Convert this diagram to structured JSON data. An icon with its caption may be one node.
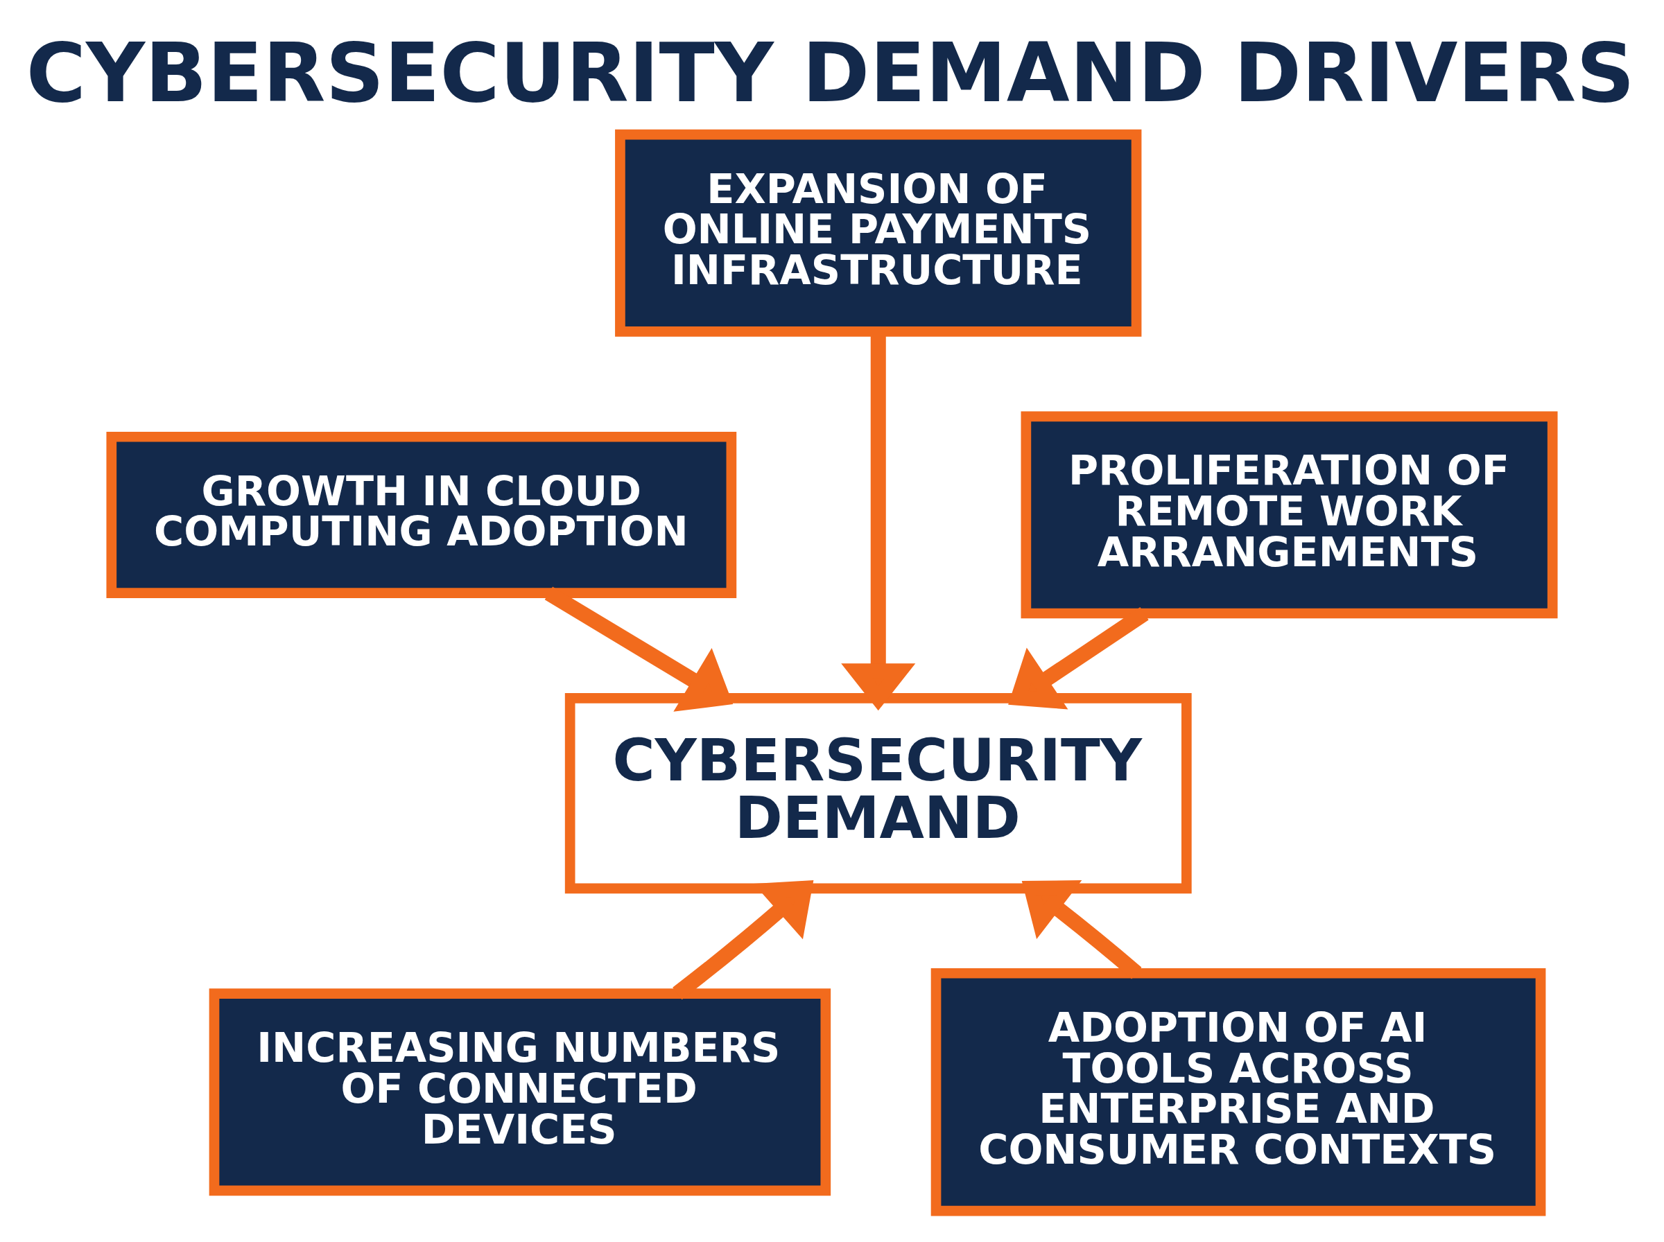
{
  "diagram": {
    "title": "CYBERSECURITY DEMAND DRIVERS",
    "nodes": [
      {
        "text": [
          "EXPANSION OF ONLINE PAYMENTS INFRASTRUCTURE"
        ]
      },
      {
        "text": [
          "GROWTH IN CLOUD COMPUTING ADOPTION"
        ]
      },
      {
        "text": [
          "PROLIFERATION OF REMOTE WORK ARRANGEMENTS"
        ]
      },
      {
        "text": [
          "CYBERSECURITY DEMAND"
        ]
      },
      {
        "text": [
          "INCREASING NUMBERS OF CONNECTED DEVICES"
        ]
      },
      {
        "text": [
          "ADOPTION OF AI TOOLS ACROSS ENTERPRISE AND CONSUMER CONTEXTS"
        ]
      }
    ],
    "edges": [
      {
        "from": 0,
        "to": 3,
        "arrow": "to"
      },
      {
        "from": 1,
        "to": 3,
        "arrow": "to"
      },
      {
        "from": 2,
        "to": 3,
        "arrow": "to"
      },
      {
        "from": 4,
        "to": 3,
        "arrow": "to"
      },
      {
        "from": 5,
        "to": 3,
        "arrow": "to"
      }
    ]
  }
}
